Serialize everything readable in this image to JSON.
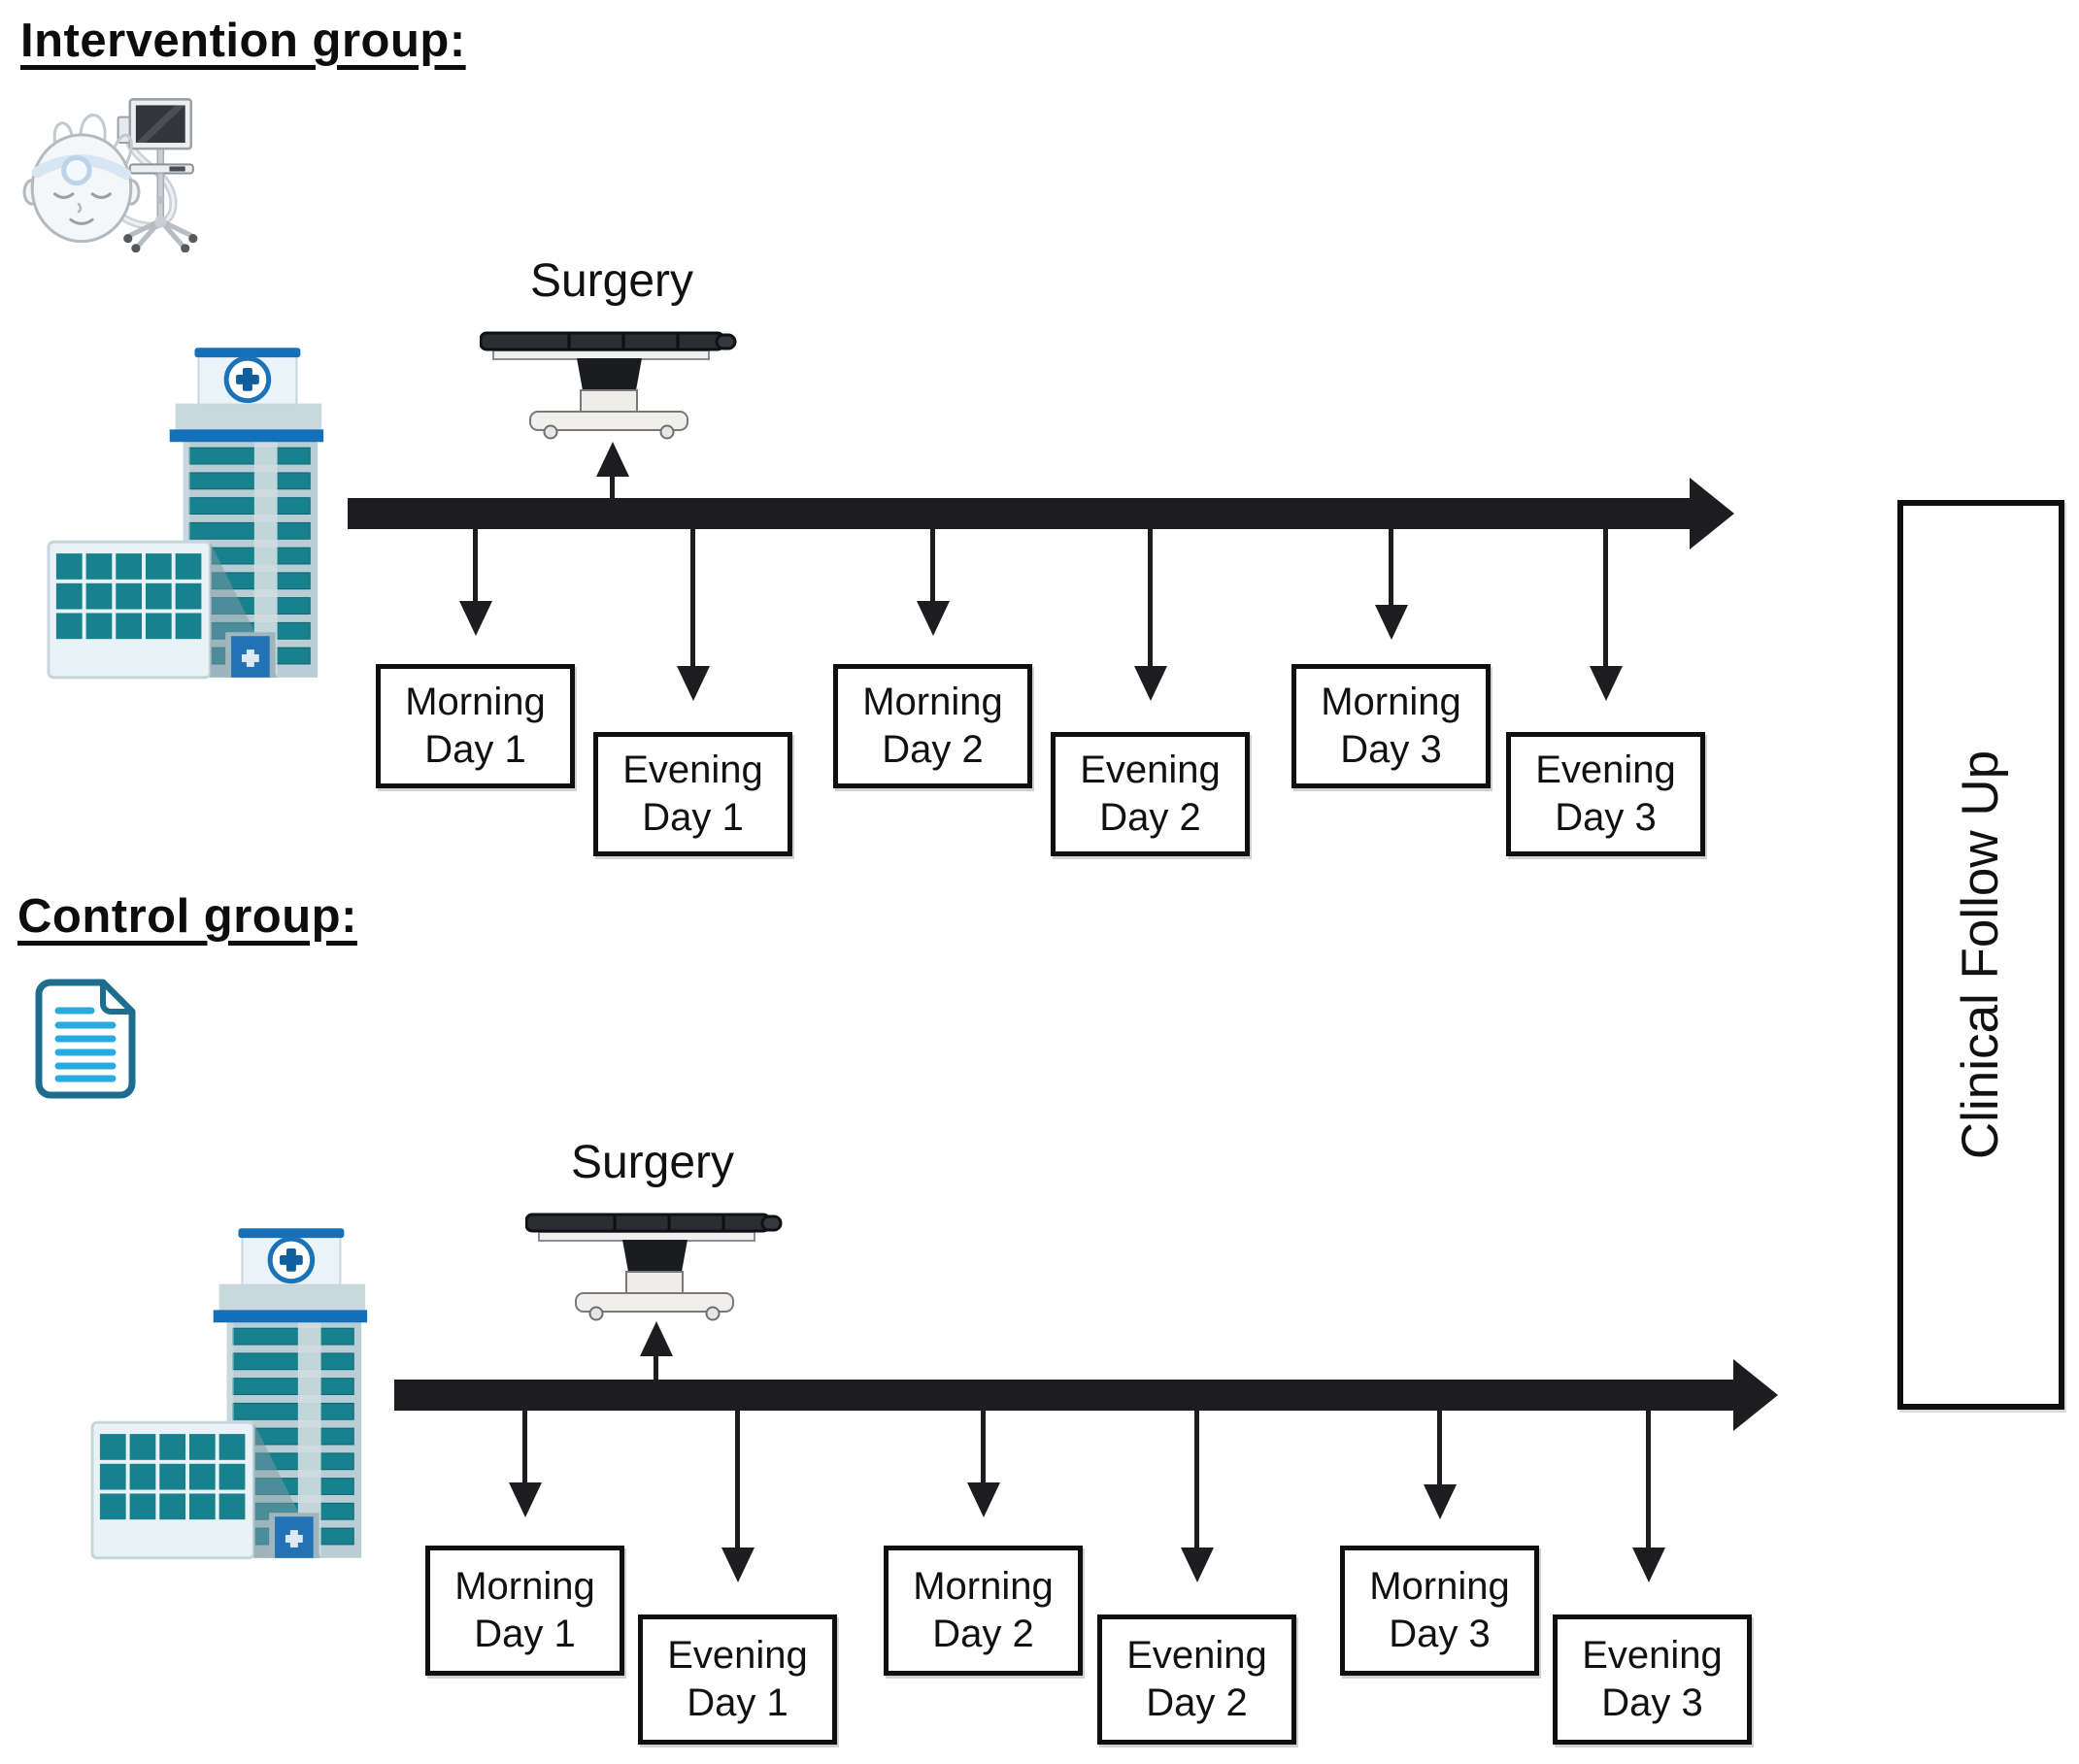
{
  "figure": {
    "intervention": {
      "heading": "Intervention group:",
      "group_icon": "infant-nirs-monitor-icon",
      "surgery_label": "Surgery",
      "timepoints": [
        {
          "line1": "Morning",
          "line2": "Day 1"
        },
        {
          "line1": "Evening",
          "line2": "Day 1"
        },
        {
          "line1": "Morning",
          "line2": "Day 2"
        },
        {
          "line1": "Evening",
          "line2": "Day 2"
        },
        {
          "line1": "Morning",
          "line2": "Day 3"
        },
        {
          "line1": "Evening",
          "line2": "Day 3"
        }
      ]
    },
    "control": {
      "heading": "Control group:",
      "group_icon": "clinical-form-document-icon",
      "surgery_label": "Surgery",
      "timepoints": [
        {
          "line1": "Morning",
          "line2": "Day 1"
        },
        {
          "line1": "Evening",
          "line2": "Day 1"
        },
        {
          "line1": "Morning",
          "line2": "Day 2"
        },
        {
          "line1": "Evening",
          "line2": "Day 2"
        },
        {
          "line1": "Morning",
          "line2": "Day 3"
        },
        {
          "line1": "Evening",
          "line2": "Day 3"
        }
      ]
    },
    "follow_up": {
      "label": "Clinical Follow Up"
    },
    "icons": {
      "hospital": "hospital-building-icon",
      "surgery_table": "operating-table-icon",
      "intervention_device": "infant-nirs-monitor-icon",
      "control_device": "clinical-form-document-icon"
    },
    "colors": {
      "timeline_black": "#1d1d1f",
      "box_border": "#0f0f0f",
      "hospital_teal": "#17818e",
      "hospital_blue": "#1470b8",
      "document_blue": "#29abe2",
      "background": "#ffffff"
    }
  }
}
